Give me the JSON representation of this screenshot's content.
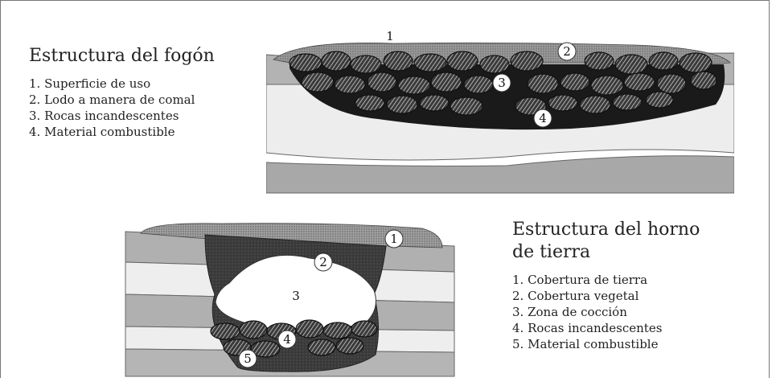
{
  "fogon": {
    "title": "Estructura del fogón",
    "items": [
      "1. Superficie de uso",
      "2. Lodo a manera de comal",
      "3. Rocas incandescentes",
      "4. Material combustible"
    ],
    "labels": [
      "1",
      "2",
      "3",
      "4"
    ]
  },
  "horno": {
    "title_line1": "Estructura del horno",
    "title_line2": "de tierra",
    "items": [
      "1. Cobertura de tierra",
      "2. Cobertura vegetal",
      "3. Zona de cocción",
      "4. Rocas incandescentes",
      "5. Material combustible"
    ],
    "labels": [
      "1",
      "2",
      "3",
      "4",
      "5"
    ]
  }
}
